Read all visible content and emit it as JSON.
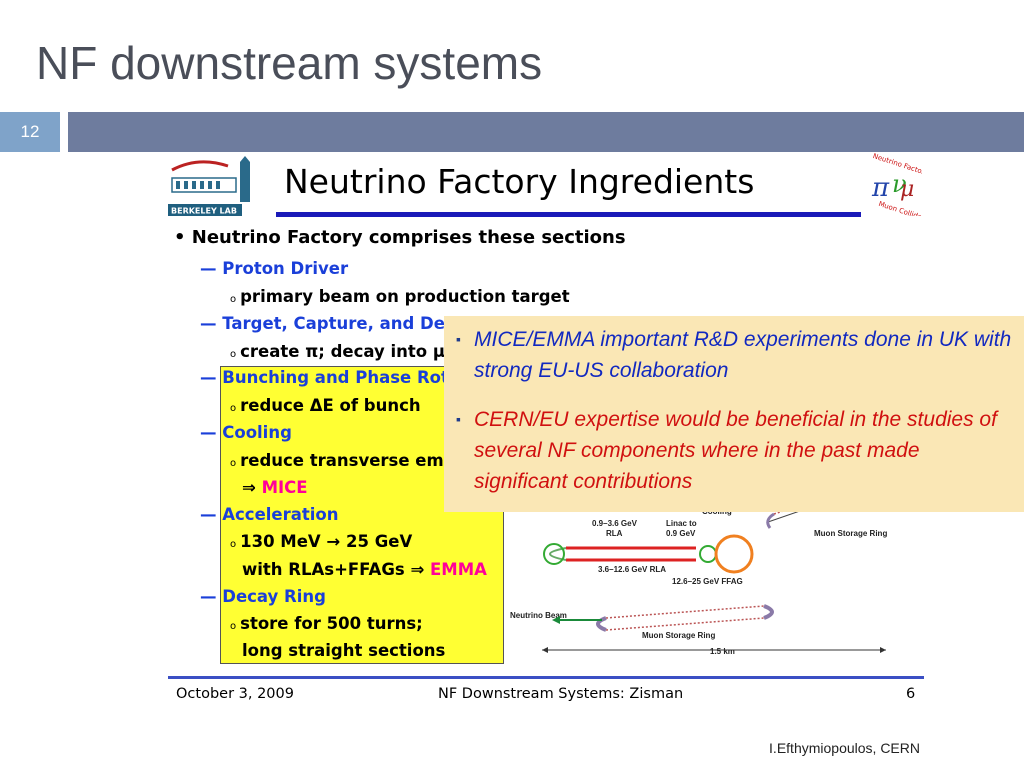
{
  "slide": {
    "title": "NF downstream systems",
    "number": "12",
    "author": "I.Efthymiopoulos, CERN"
  },
  "embedded": {
    "logo_text": "BERKELEY LAB",
    "title": "Neutrino Factory Ingredients",
    "nf_logo_top": "Neutrino Factory",
    "nf_logo_bottom": "Muon Collider",
    "lines": [
      "Neutrino Factory comprises these sections",
      "Proton Driver",
      "primary beam on production target",
      "Target, Capture, and De",
      "create π; decay into μ",
      "Bunching and Phase Rota",
      "reduce ΔE of bunch",
      "Cooling",
      "reduce transverse emi",
      "⇒ ",
      "MICE",
      "Acceleration",
      "130 MeV → 25 GeV",
      "with RLAs+FFAGs ⇒ ",
      "EMMA",
      "Decay Ring",
      "store for 500 turns;",
      "long straight sections"
    ],
    "diagram_labels": {
      "cooling": "Cooling",
      "rla_energy": "0.9–3.6 GeV",
      "rla": "RLA",
      "linac": "Linac to",
      "linac_energy": "0.9 GeV",
      "storage_ring_1": "Muon Storage Ring",
      "rla2": "3.6–12.6 GeV RLA",
      "ffag": "12.6–25 GeV FFAG",
      "neutrino_beam": "Neutrino Beam",
      "storage_ring_2": "Muon Storage Ring",
      "scale": "1.5 km"
    },
    "footer": {
      "date": "October 3, 2009",
      "center": "NF Downstream Systems: Zisman",
      "page": "6"
    }
  },
  "callout": {
    "bullet_marker": "▪",
    "bullet1": "MICE/EMMA important R&D experiments done in UK with strong EU-US collaboration",
    "bullet2": "CERN/EU expertise would be beneficial in the studies of several NF components where in the past made significant contributions"
  },
  "colors": {
    "title_text": "#4a4e59",
    "band": "#6e7c9e",
    "number_box": "#7fa3c9",
    "callout_bg": "#fae7b5",
    "bullet1": "#1229c0",
    "bullet2": "#d01010",
    "yellow_box": "#ffff33"
  }
}
